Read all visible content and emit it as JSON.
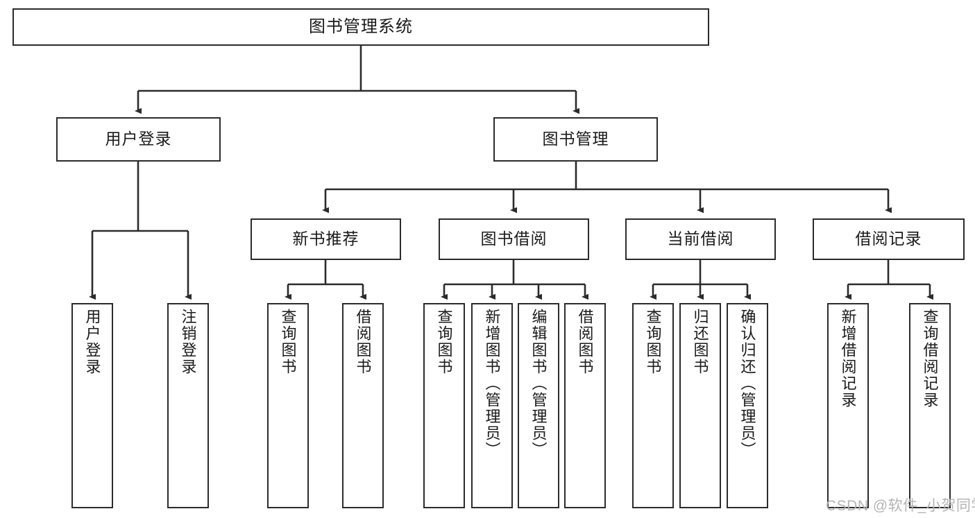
{
  "diagram": {
    "type": "tree-hierarchy-chart",
    "title": "图书管理系统",
    "orientation": "top-down",
    "line_color": "#2b2b2b",
    "box_fill": "#ffffff",
    "text_color": "#1a1a1a",
    "watermark": "CSDN @软件_小贺同学",
    "watermark_color": "#b4b4b4"
  },
  "nodes": {
    "root": {
      "label": "图书管理系统",
      "level": 1
    },
    "level2": [
      {
        "id": "user-login",
        "label": "用户登录"
      },
      {
        "id": "book-manage",
        "label": "图书管理"
      }
    ],
    "level3": [
      {
        "id": "new-book-recommend",
        "label": "新书推荐"
      },
      {
        "id": "book-borrow",
        "label": "图书借阅"
      },
      {
        "id": "current-borrow",
        "label": "当前借阅"
      },
      {
        "id": "borrow-record",
        "label": "借阅记录"
      }
    ],
    "leaves": {
      "user_login": [
        {
          "id": "leaf-user-login",
          "label": "用户登录"
        },
        {
          "id": "leaf-logout-login",
          "label": "注销登录"
        }
      ],
      "new_book_recommend": [
        {
          "id": "leaf-query-book-1",
          "label": "查询图书"
        },
        {
          "id": "leaf-borrow-book-1",
          "label": "借阅图书"
        }
      ],
      "book_borrow": [
        {
          "id": "leaf-query-book-2",
          "label": "查询图书"
        },
        {
          "id": "leaf-add-book",
          "label": "新增图书（管理员）"
        },
        {
          "id": "leaf-edit-book",
          "label": "编辑图书（管理员）"
        },
        {
          "id": "leaf-borrow-book-2",
          "label": "借阅图书"
        }
      ],
      "current_borrow": [
        {
          "id": "leaf-query-book-3",
          "label": "查询图书"
        },
        {
          "id": "leaf-return-book",
          "label": "归还图书"
        },
        {
          "id": "leaf-confirm-return",
          "label": "确认归还（管理员）"
        }
      ],
      "borrow_record": [
        {
          "id": "leaf-add-record",
          "label": "新增借阅记录"
        },
        {
          "id": "leaf-query-record",
          "label": "查询借阅记录"
        }
      ]
    }
  }
}
